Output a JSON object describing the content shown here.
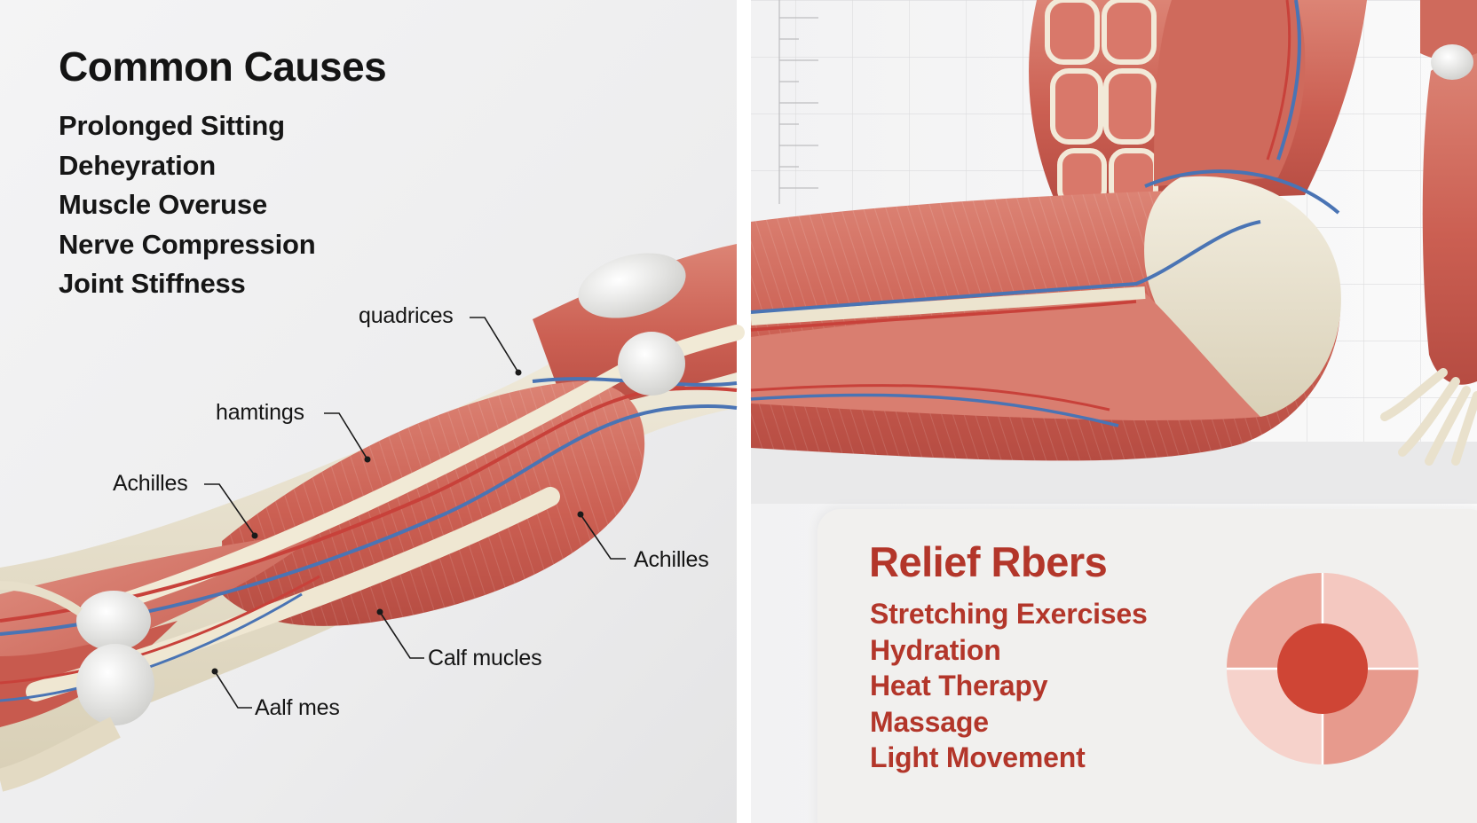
{
  "causes": {
    "title": "Common Causes",
    "items": [
      "Prolonged Sitting",
      "Deheyration",
      "Muscle Overuse",
      "Nerve Compression",
      "Joint Stiffness"
    ]
  },
  "labels": {
    "quadrices": "quadrices",
    "hamtings": "hamtings",
    "achilles_left": "Achilles",
    "achilles_right": "Achilles",
    "calf_mucles": "Calf mucles",
    "aalf_mes": "Aalf mes"
  },
  "relief": {
    "title": "Relief Rbers",
    "items": [
      "Stretching Exercises",
      "Hydration",
      "Heat Therapy",
      "Massage",
      "Light Movement"
    ]
  },
  "colors": {
    "muscle": "#cf6a5c",
    "tendon": "#e9e2cf",
    "bone": "#ededea",
    "artery": "#c8413a",
    "vein": "#4a74b4",
    "accent": "#b3362a"
  },
  "icons": {
    "target": "target-icon"
  }
}
